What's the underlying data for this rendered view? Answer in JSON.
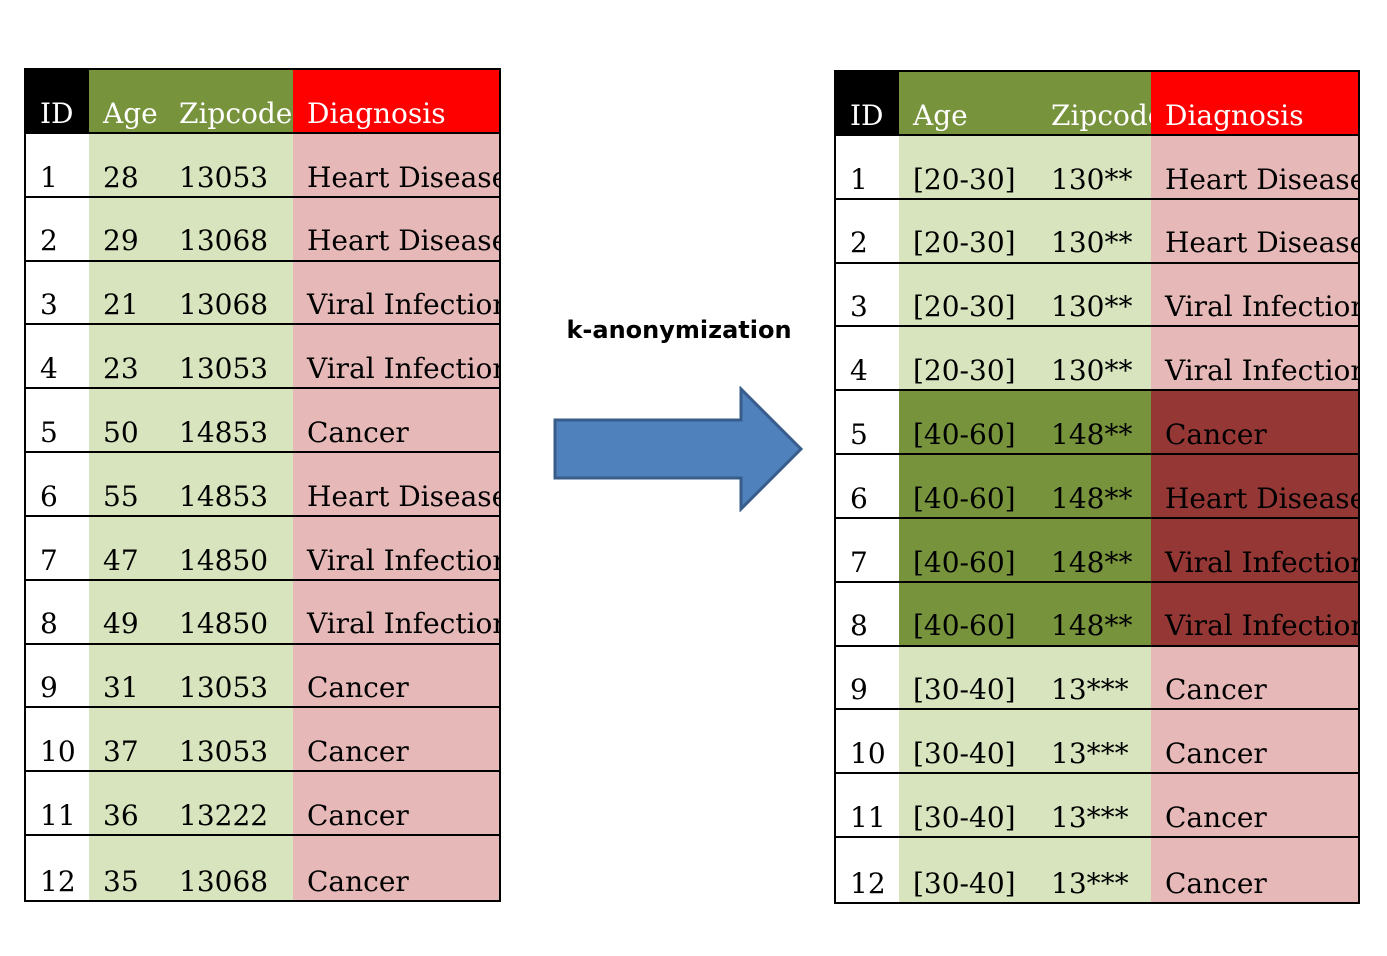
{
  "headers": {
    "id": "ID",
    "age": "Age",
    "zip": "Zipcode",
    "dx": "Diagnosis"
  },
  "caption": "k-anonymization",
  "colors": {
    "header_id": "#000000",
    "header_quasi": "#77933c",
    "header_sensitive": "#ff0000",
    "quasi_light": "#d7e4bd",
    "sensitive_light": "#e6b9b8",
    "quasi_dark": "#77933c",
    "sensitive_dark": "#953735",
    "arrow_fill": "#4f81bd",
    "arrow_stroke": "#385d8a"
  },
  "arrow_icon": "arrow-right-icon",
  "original_rows": [
    {
      "id": "1",
      "age": "28",
      "zip": "13053",
      "dx": "Heart Disease"
    },
    {
      "id": "2",
      "age": "29",
      "zip": "13068",
      "dx": "Heart Disease"
    },
    {
      "id": "3",
      "age": "21",
      "zip": "13068",
      "dx": "Viral Infection"
    },
    {
      "id": "4",
      "age": "23",
      "zip": "13053",
      "dx": "Viral Infection"
    },
    {
      "id": "5",
      "age": "50",
      "zip": "14853",
      "dx": "Cancer"
    },
    {
      "id": "6",
      "age": "55",
      "zip": "14853",
      "dx": "Heart Disease"
    },
    {
      "id": "7",
      "age": "47",
      "zip": "14850",
      "dx": "Viral Infection"
    },
    {
      "id": "8",
      "age": "49",
      "zip": "14850",
      "dx": "Viral Infection"
    },
    {
      "id": "9",
      "age": "31",
      "zip": "13053",
      "dx": "Cancer"
    },
    {
      "id": "10",
      "age": "37",
      "zip": "13053",
      "dx": "Cancer"
    },
    {
      "id": "11",
      "age": "36",
      "zip": "13222",
      "dx": "Cancer"
    },
    {
      "id": "12",
      "age": "35",
      "zip": "13068",
      "dx": "Cancer"
    }
  ],
  "anonymized_rows": [
    {
      "id": "1",
      "age": "[20-30]",
      "zip": "130**",
      "dx": "Heart Disease",
      "highlight": false
    },
    {
      "id": "2",
      "age": "[20-30]",
      "zip": "130**",
      "dx": "Heart Disease",
      "highlight": false
    },
    {
      "id": "3",
      "age": "[20-30]",
      "zip": "130**",
      "dx": "Viral Infection",
      "highlight": false
    },
    {
      "id": "4",
      "age": "[20-30]",
      "zip": "130**",
      "dx": "Viral Infection",
      "highlight": false
    },
    {
      "id": "5",
      "age": "[40-60]",
      "zip": "148**",
      "dx": "Cancer",
      "highlight": true
    },
    {
      "id": "6",
      "age": "[40-60]",
      "zip": "148**",
      "dx": "Heart Disease",
      "highlight": true
    },
    {
      "id": "7",
      "age": "[40-60]",
      "zip": "148**",
      "dx": "Viral Infection",
      "highlight": true
    },
    {
      "id": "8",
      "age": "[40-60]",
      "zip": "148**",
      "dx": "Viral Infection",
      "highlight": true
    },
    {
      "id": "9",
      "age": "[30-40]",
      "zip": "13***",
      "dx": "Cancer",
      "highlight": false
    },
    {
      "id": "10",
      "age": "[30-40]",
      "zip": "13***",
      "dx": "Cancer",
      "highlight": false
    },
    {
      "id": "11",
      "age": "[30-40]",
      "zip": "13***",
      "dx": "Cancer",
      "highlight": false
    },
    {
      "id": "12",
      "age": "[30-40]",
      "zip": "13***",
      "dx": "Cancer",
      "highlight": false
    }
  ]
}
